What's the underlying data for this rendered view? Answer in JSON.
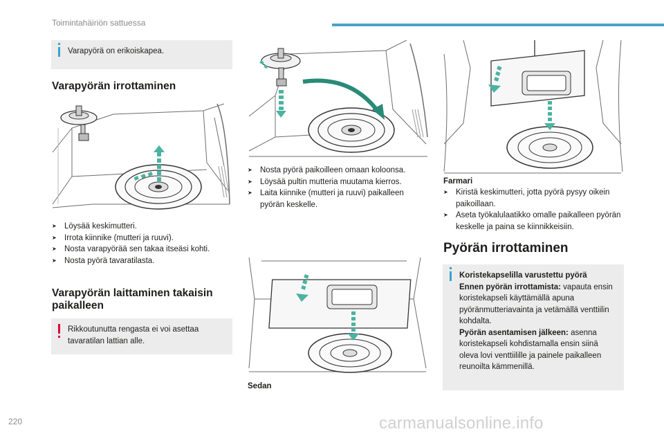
{
  "header": {
    "section_title": "Toimintahäiriön sattuessa",
    "accent_color": "#4aa3c5"
  },
  "footer": {
    "page_number": "220",
    "watermark": "carmanualsonline.info"
  },
  "left_column": {
    "info_note": "Varapyörä on erikoiskapea.",
    "removal_title": "Varapyörän irrottaminen",
    "removal_steps": [
      "Löysää keskimutteri.",
      "Irrota kiinnike (mutteri ja ruuvi).",
      "Nosta varapyörää sen takaa itseäsi kohti.",
      "Nosta pyörä tavaratilasta."
    ],
    "refit_title_line1": "Varapyörän laittaminen takaisin",
    "refit_title_line2": "paikalleen",
    "warning_note_line1": "Rikkoutunutta rengasta ei voi asettaa",
    "warning_note_line2": "tavaratilan lattian alle."
  },
  "middle_column": {
    "refit_steps": [
      "Nosta pyörä paikoilleen omaan koloonsa.",
      "Löysää pultin mutteria muutama kierros.",
      "Laita kiinnike (mutteri ja ruuvi) paikalleen pyörän keskelle."
    ],
    "sedan_caption": "Sedan"
  },
  "right_column": {
    "estate_caption": "Farmari",
    "estate_steps": [
      "Kiristä keskimutteri, jotta pyörä pysyy oikein paikoillaan.",
      "Aseta työkalulaatikko omalle paikalleen pyörän keskelle ja paina se kiinnikkeisiin."
    ],
    "wheel_removal_title": "Pyörän irrottaminen",
    "hubcap_note": {
      "heading": "Koristekapselilla varustettu pyörä",
      "before_label": "Ennen pyörän irrottamista:",
      "before_text": "vapauta ensin koristekapseli käyttämällä apuna pyöränmutteriavainta ja vetämällä venttiilin kohdalta.",
      "after_label": "Pyörän asentamisen jälkeen:",
      "after_text": "asenna koristekapseli kohdistamalla ensin siinä oleva lovi venttiilille ja painele paikalleen reunoilta kämmenillä."
    }
  },
  "colors": {
    "info": "#3aa0cf",
    "warning": "#e0003a",
    "arrow": "#4bb3a0",
    "note_bg": "#ececec"
  }
}
